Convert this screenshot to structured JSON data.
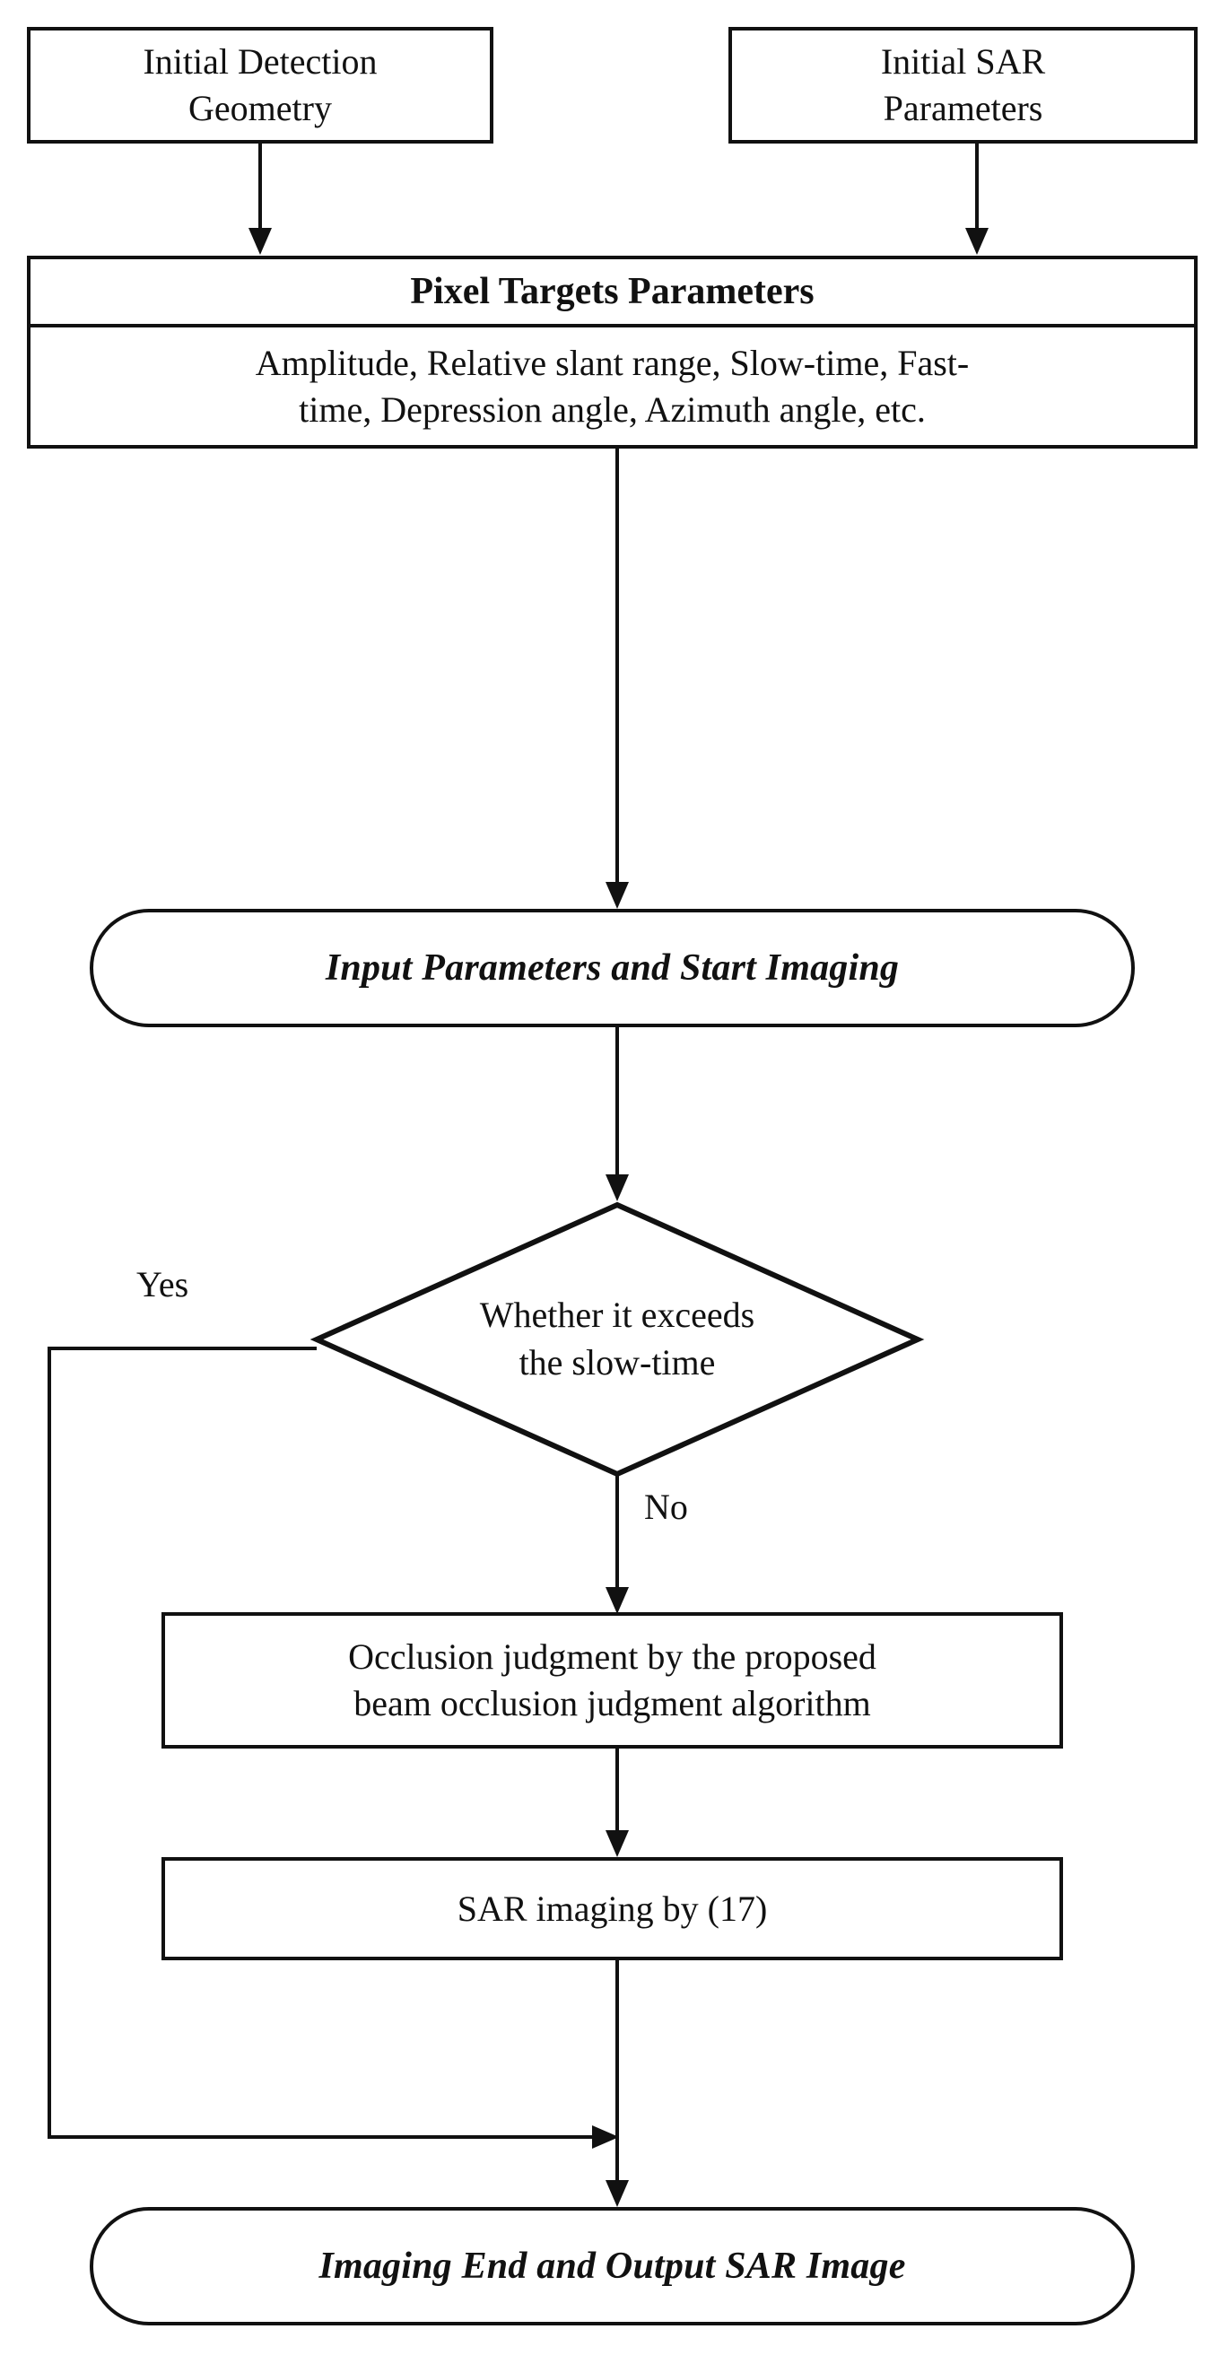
{
  "diagram": {
    "title": "SAR imaging simulation flowchart",
    "type": "flowchart",
    "background_color": "#ffffff",
    "line_color": "#111111",
    "text_color": "#111111"
  },
  "nodes": {
    "initial_detection_geometry": {
      "shape": "rectangle",
      "line1": "Initial Detection",
      "line2": "Geometry"
    },
    "initial_sar_parameters": {
      "shape": "rectangle",
      "line1": "Initial SAR",
      "line2": "Parameters"
    },
    "pixel_targets_parameters": {
      "shape": "rectangle-with-header",
      "header": "Pixel Targets Parameters",
      "body_line1": "Amplitude, Relative slant range, Slow-time, Fast-",
      "body_line2": "time, Depression angle, Azimuth angle, etc."
    },
    "start_terminator": {
      "shape": "rounded-rectangle",
      "label": "Input Parameters and Start Imaging"
    },
    "decision": {
      "shape": "diamond",
      "line1": "Whether it exceeds",
      "line2": "the slow-time"
    },
    "occlusion_judgment": {
      "shape": "rectangle",
      "line1": "Occlusion judgment by the proposed",
      "line2": "beam occlusion judgment algorithm"
    },
    "sar_imaging": {
      "shape": "rectangle",
      "label": "SAR imaging by (17)"
    },
    "end_terminator": {
      "shape": "rounded-rectangle",
      "label": "Imaging End and Output SAR Image"
    }
  },
  "edge_labels": {
    "yes": "Yes",
    "no": "No"
  }
}
